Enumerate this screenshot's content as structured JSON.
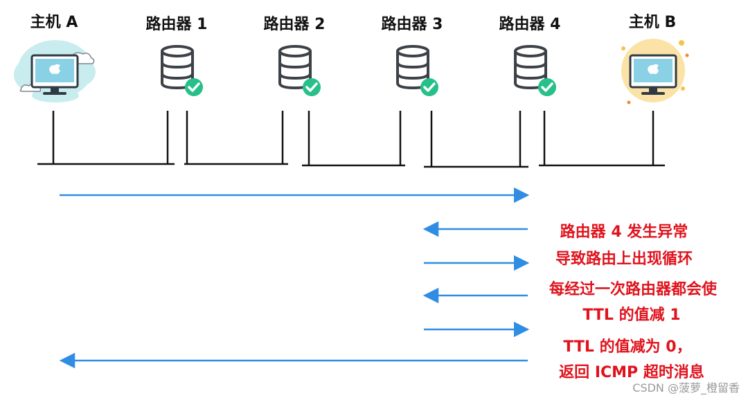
{
  "nodes": [
    {
      "label": "主机 A",
      "icon": "desktop-computer-icon"
    },
    {
      "label": "路由器 1",
      "icon": "router-database-icon"
    },
    {
      "label": "路由器 2",
      "icon": "router-database-icon"
    },
    {
      "label": "路由器 3",
      "icon": "router-database-icon"
    },
    {
      "label": "路由器 4",
      "icon": "router-database-icon"
    },
    {
      "label": "主机 B",
      "icon": "desktop-computer-icon"
    }
  ],
  "annotations": [
    "路由器 4 发生异常",
    "导致路由上出现循环",
    "每经过一次路由器都会使",
    "TTL 的值减 1",
    "TTL 的值减为 0，",
    "返回 ICMP 超时消息"
  ],
  "watermark": "CSDN @菠萝_橙留香",
  "colors": {
    "arrow": "#2f8de4",
    "annotation": "#e0121c",
    "line": "#111111",
    "check": "#27c08a",
    "router": "#3d4148",
    "hostA_cloud": "#c9ecef",
    "hostB_circle": "#fbe3a7"
  }
}
